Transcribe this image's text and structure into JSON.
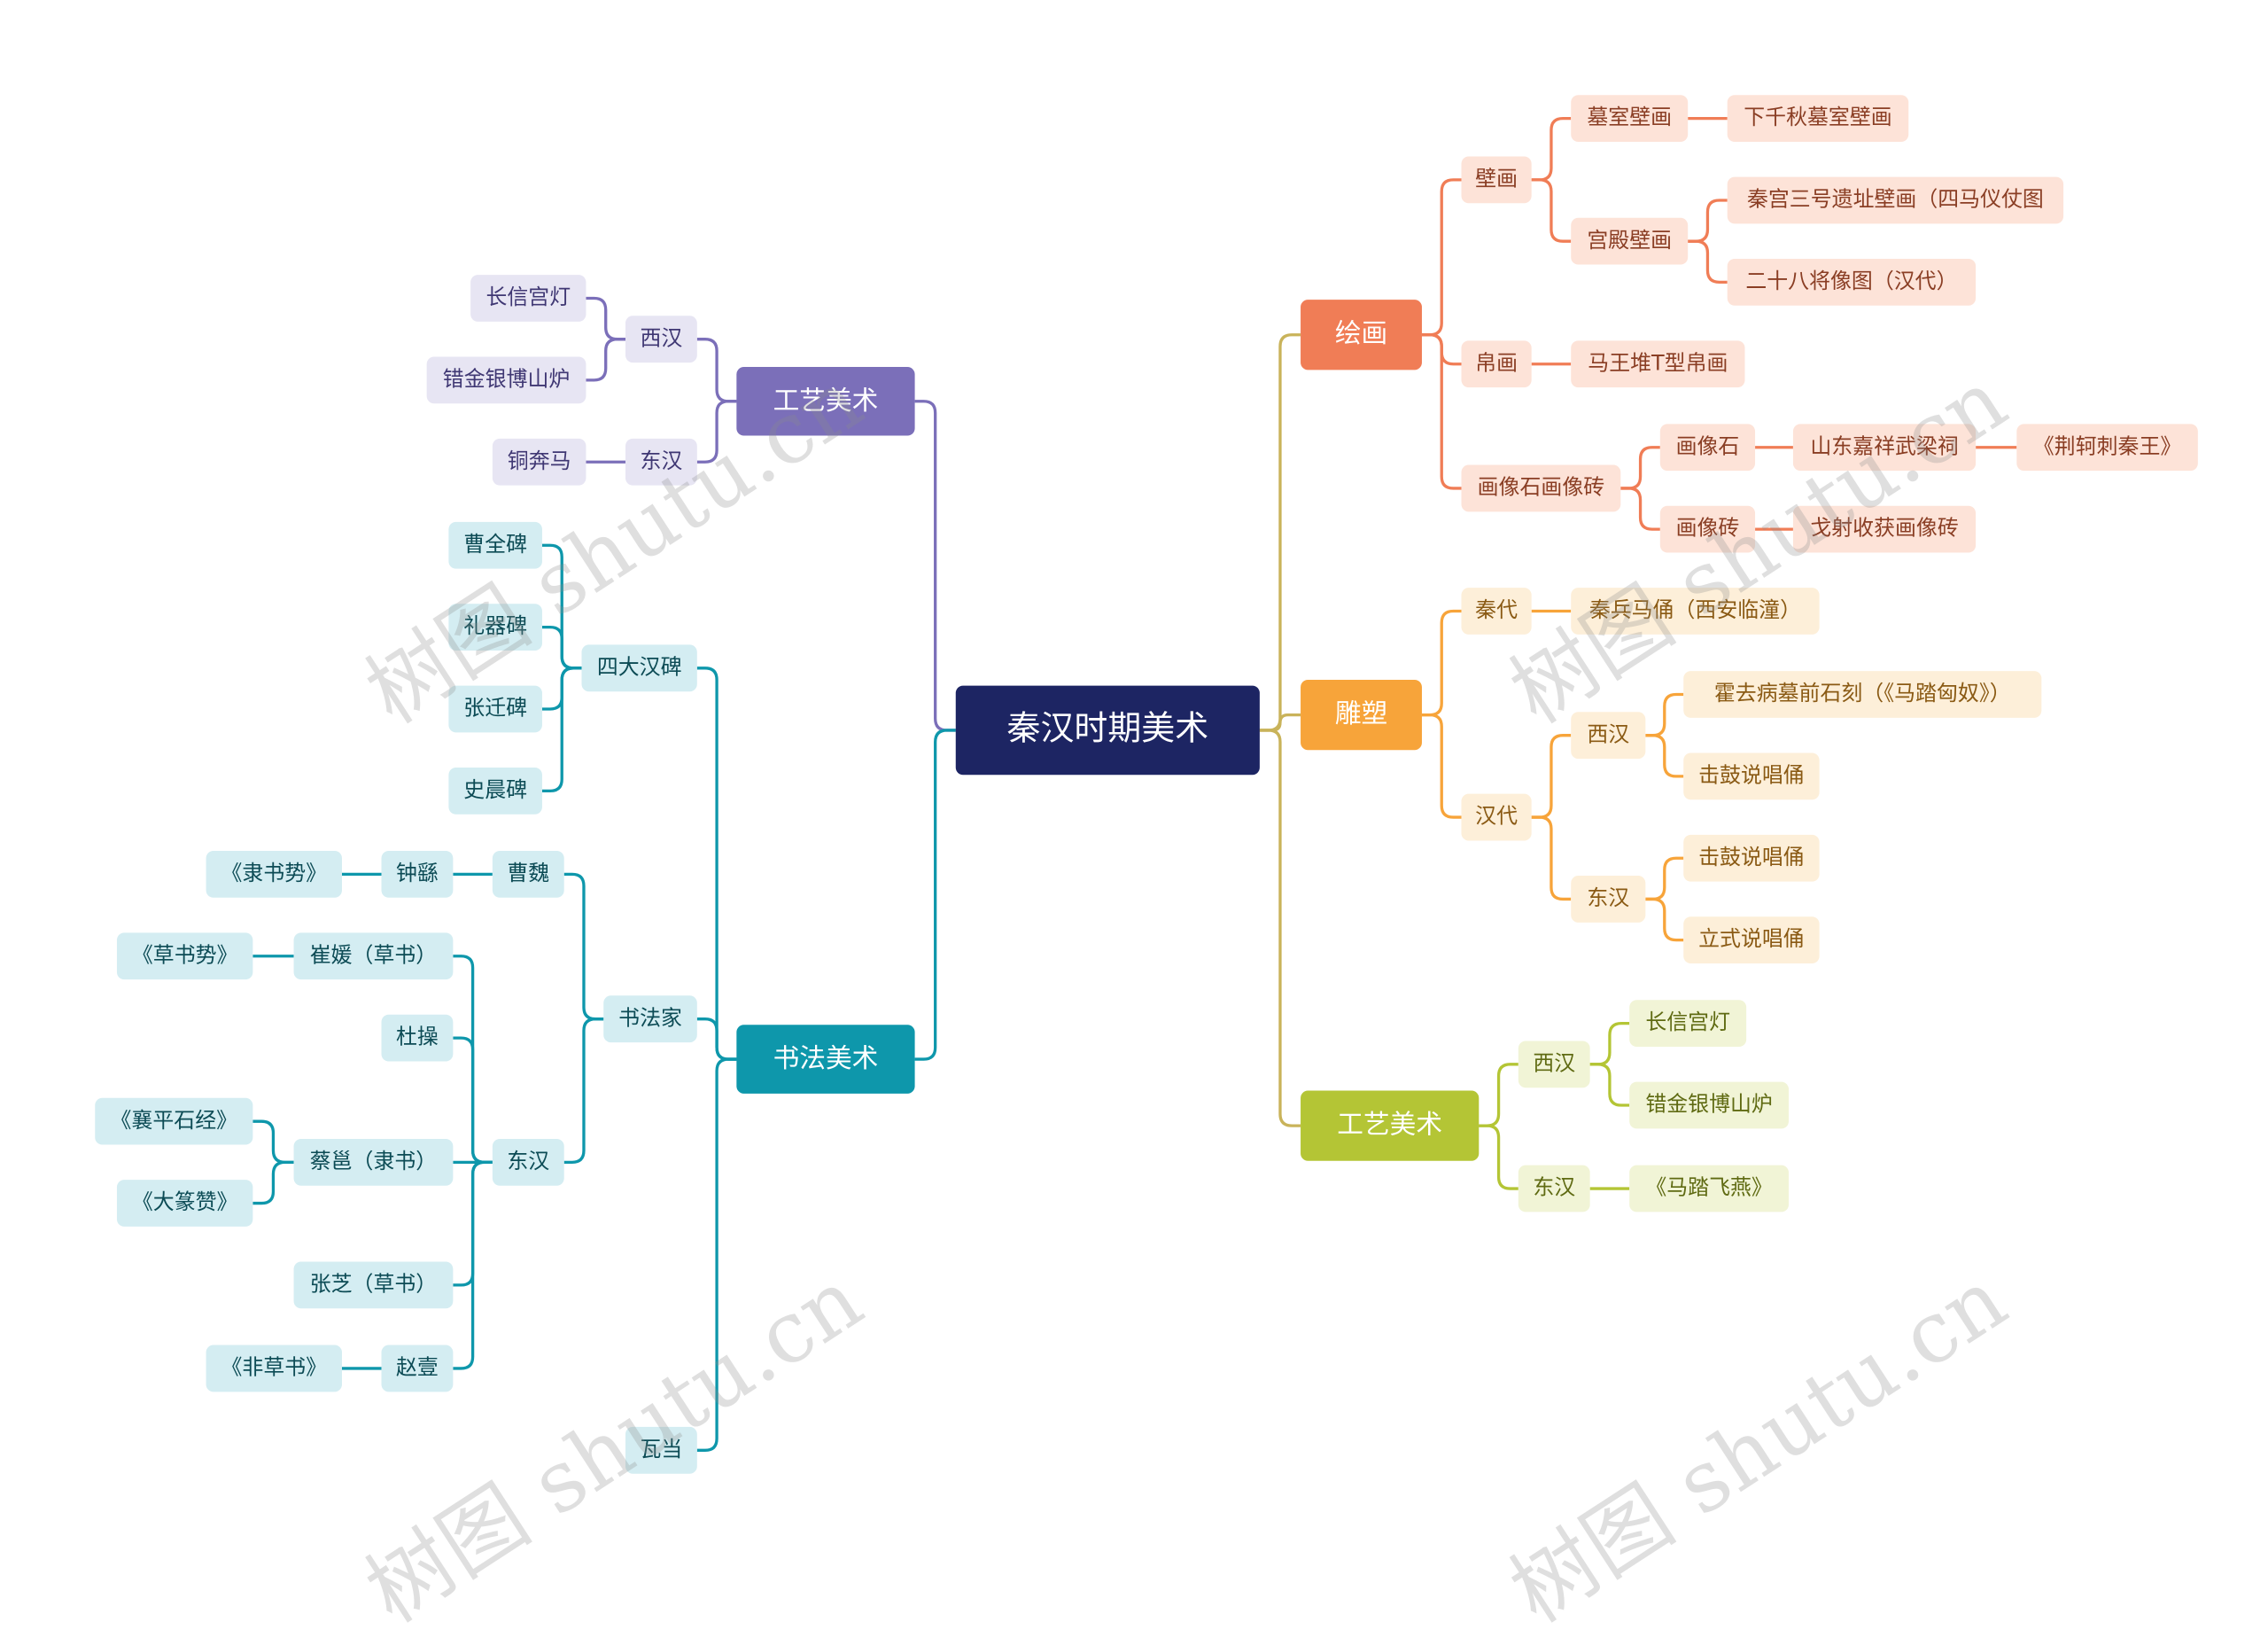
{
  "colors": {
    "root": "#1d2563",
    "painting": "#f07d56",
    "sculpture": "#f7a43a",
    "craft_right": "#b4c535",
    "craft_left": "#7b6fb9",
    "calligraphy": "#0e97ab"
  },
  "root": {
    "label": "秦汉时期美术"
  },
  "painting": {
    "label": "绘画",
    "mural": {
      "label": "壁画",
      "tomb": {
        "label": "墓室壁画",
        "child": "下千秋墓室壁画"
      },
      "palace": {
        "label": "宫殿壁画",
        "child1": "秦宫三号遗址壁画（四马仪仗图",
        "child2": "二十八将像图（汉代）"
      }
    },
    "silk": {
      "label": "帛画",
      "child": "马王堆T型帛画"
    },
    "relief": {
      "label": "画像石画像砖",
      "stone": {
        "label": "画像石",
        "child": "山东嘉祥武梁祠",
        "grandchild": "《荆轲刺秦王》"
      },
      "brick": {
        "label": "画像砖",
        "child": "戈射收获画像砖"
      }
    }
  },
  "sculpture": {
    "label": "雕塑",
    "qin": {
      "label": "秦代",
      "child": "秦兵马俑（西安临潼）"
    },
    "han": {
      "label": "汉代",
      "west": {
        "label": "西汉",
        "child1": "霍去病墓前石刻（《马踏匈奴》）",
        "child2": "击鼓说唱俑"
      },
      "east": {
        "label": "东汉",
        "child1": "击鼓说唱俑",
        "child2": "立式说唱俑"
      }
    }
  },
  "craft_right": {
    "label": "工艺美术",
    "west": {
      "label": "西汉",
      "child1": "长信宫灯",
      "child2": "错金银博山炉"
    },
    "east": {
      "label": "东汉",
      "child": "《马踏飞燕》"
    }
  },
  "craft_left": {
    "label": "工艺美术",
    "west": {
      "label": "西汉",
      "child1": "长信宫灯",
      "child2": "错金银博山炉"
    },
    "east": {
      "label": "东汉",
      "child": "铜奔马"
    }
  },
  "calligraphy": {
    "label": "书法美术",
    "steles": {
      "label": "四大汉碑",
      "items": [
        "曹全碑",
        "礼器碑",
        "张迁碑",
        "史晨碑"
      ]
    },
    "artists": {
      "label": "书法家",
      "caowei": {
        "label": "曹魏",
        "zhongyao": "钟繇",
        "work": "《隶书势》"
      },
      "donghan": {
        "label": "东汉",
        "cuiyuan": "崔媛（草书）",
        "cuiyuan_work": "《草书势》",
        "ducao": "杜操",
        "caiyong": "蔡邕（隶书）",
        "caiyong_work1": "《襄平石经》",
        "caiyong_work2": "《大篆赞》",
        "zhangzhi": "张芝（草书）",
        "zhaoyi": "赵壹",
        "zhaoyi_work": "《非草书》"
      }
    },
    "wadang": {
      "label": "瓦当"
    }
  },
  "watermark": "树图 shutu.cn"
}
